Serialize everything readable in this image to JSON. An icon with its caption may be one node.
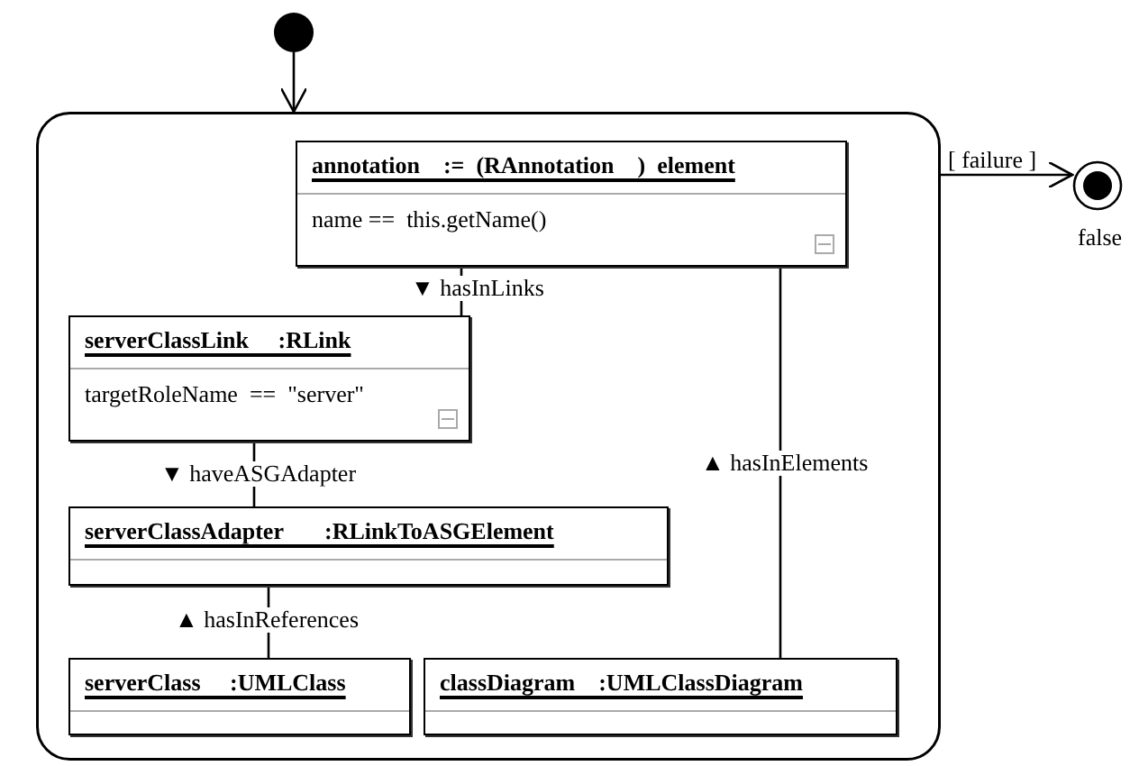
{
  "diagram": {
    "nodes": [
      {
        "text": [],
        "shape": "circle"
      },
      {
        "text": [],
        "shape": "box"
      },
      {
        "text": [
          "annotation    :=  (RAnnotation    )  element",
          "name ==  this.getName()"
        ],
        "in": 1
      },
      {
        "text": [
          "serverClassLink     :RLink",
          "targetRoleName  ==  \"server\""
        ],
        "in": 1
      },
      {
        "text": [
          "serverClassAdapter       :RLinkToASGElement"
        ],
        "in": 1
      },
      {
        "text": [
          "serverClass     :UMLClass"
        ],
        "in": 1
      },
      {
        "text": [
          "classDiagram    :UMLClassDiagram"
        ],
        "in": 1
      },
      {
        "text": [],
        "shape": "circle",
        "beside": [
          "false"
        ]
      }
    ],
    "edges": [
      {
        "from": 0,
        "to": 1,
        "arrow": "to"
      },
      {
        "from": 1,
        "to": 7,
        "arrow": "to",
        "label": "[ failure ]"
      },
      {
        "from": 2,
        "to": 3,
        "arrow": "none",
        "label": "▼ hasInLinks"
      },
      {
        "from": 3,
        "to": 4,
        "arrow": "none",
        "label": "▼ haveASGAdapter"
      },
      {
        "from": 4,
        "to": 5,
        "arrow": "none",
        "label": "▲ hasInReferences"
      },
      {
        "from": 2,
        "to": 6,
        "arrow": "none",
        "label": "▲ hasInElements"
      }
    ]
  }
}
